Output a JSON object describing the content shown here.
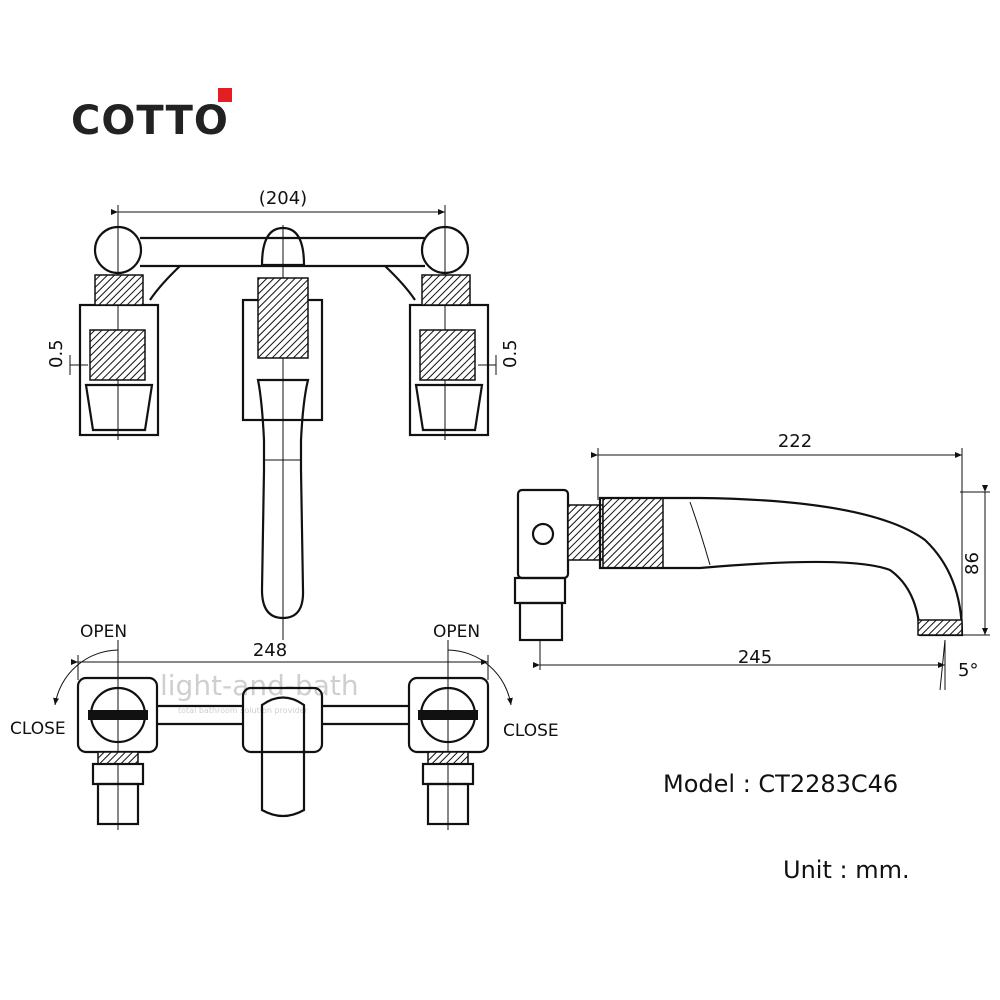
{
  "brand": {
    "logo_text": "COTTO",
    "accent_color": "#e31e24"
  },
  "watermark": {
    "main": "light-and-bath",
    "sub": "total bathroom solution provider"
  },
  "front_view": {
    "width_dim": "(204)",
    "offset_left": "0.5",
    "offset_right": "0.5"
  },
  "plan_view": {
    "width_dim": "248",
    "left_open": "OPEN",
    "left_close": "CLOSE",
    "right_open": "OPEN",
    "right_close": "CLOSE"
  },
  "side_view": {
    "spout_length": "222",
    "height": "86",
    "projection": "245",
    "angle": "5°"
  },
  "info": {
    "model": "Model : CT2283C46",
    "unit": "Unit : mm."
  }
}
